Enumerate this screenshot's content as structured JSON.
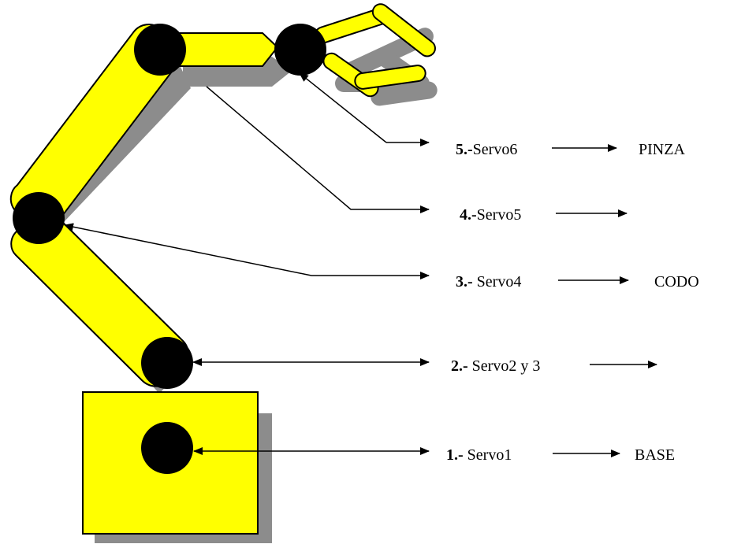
{
  "colors": {
    "arm_fill": "#ffff00",
    "outline": "#000000",
    "shadow": "#8c8c8c",
    "joint": "#000000",
    "background": "#ffffff"
  },
  "labels": [
    {
      "id": "servo6",
      "number": "5.-",
      "servo": "Servo6",
      "function": "PINZA"
    },
    {
      "id": "servo5",
      "number": "4.-",
      "servo": "Servo5",
      "function": ""
    },
    {
      "id": "servo4",
      "number": "3.-",
      "servo": " Servo4",
      "function": "CODO"
    },
    {
      "id": "servo23",
      "number": "2.-",
      "servo": " Servo2 y 3",
      "function": ""
    },
    {
      "id": "servo1",
      "number": "1.-",
      "servo": " Servo1",
      "function": "BASE"
    }
  ]
}
